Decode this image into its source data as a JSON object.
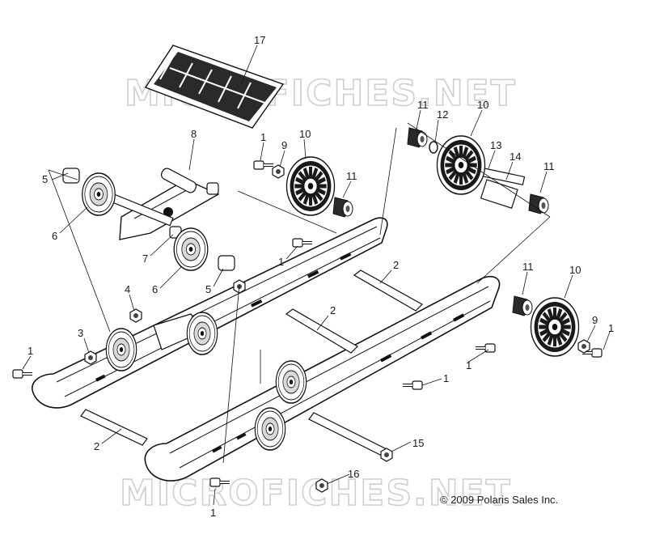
{
  "watermark": "MICROFICHES.NET",
  "copyright": "© 2009 Polaris Sales Inc.",
  "callouts": [
    {
      "label": "17"
    },
    {
      "label": "11"
    },
    {
      "label": "12"
    },
    {
      "label": "10"
    },
    {
      "label": "8"
    },
    {
      "label": "1"
    },
    {
      "label": "9"
    },
    {
      "label": "10"
    },
    {
      "label": "13"
    },
    {
      "label": "14"
    },
    {
      "label": "11"
    },
    {
      "label": "5"
    },
    {
      "label": "11"
    },
    {
      "label": "6"
    },
    {
      "label": "7"
    },
    {
      "label": "1"
    },
    {
      "label": "2"
    },
    {
      "label": "6"
    },
    {
      "label": "5"
    },
    {
      "label": "4"
    },
    {
      "label": "11"
    },
    {
      "label": "10"
    },
    {
      "label": "2"
    },
    {
      "label": "3"
    },
    {
      "label": "9"
    },
    {
      "label": "1"
    },
    {
      "label": "1"
    },
    {
      "label": "1"
    },
    {
      "label": "1"
    },
    {
      "label": "2"
    },
    {
      "label": "15"
    },
    {
      "label": "16"
    },
    {
      "label": "1"
    }
  ]
}
